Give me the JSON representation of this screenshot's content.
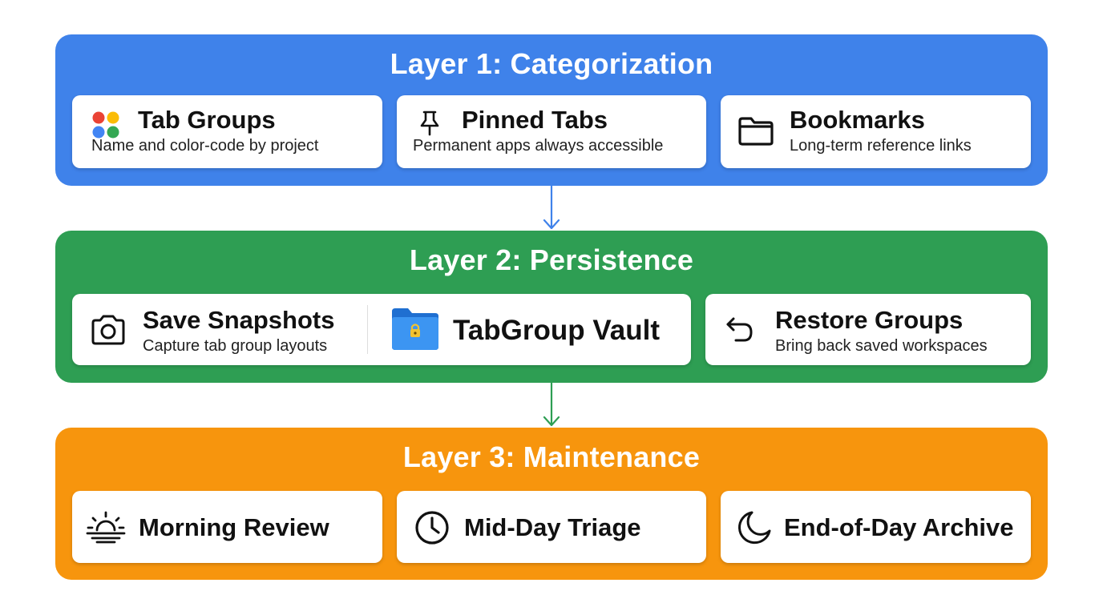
{
  "layers": [
    {
      "title": "Layer 1: Categorization",
      "color": "#3f82ea",
      "cards": [
        {
          "icon": "color-dots-icon",
          "title": "Tab Groups",
          "subtitle": "Name and color-code by project"
        },
        {
          "icon": "pin-icon",
          "title": "Pinned Tabs",
          "subtitle": "Permanent apps always accessible"
        },
        {
          "icon": "folder-icon",
          "title": "Bookmarks",
          "subtitle": "Long-term reference links"
        }
      ]
    },
    {
      "title": "Layer 2: Persistence",
      "color": "#2e9e53",
      "cards": [
        {
          "icon": "camera-icon",
          "title": "Save Snapshots",
          "subtitle": "Capture tab group layouts",
          "brand": {
            "icon": "locked-folder-icon",
            "name": "TabGroup Vault"
          }
        },
        {
          "icon": "undo-arrow-icon",
          "title": "Restore Groups",
          "subtitle": "Bring back saved workspaces"
        }
      ]
    },
    {
      "title": "Layer 3: Maintenance",
      "color": "#f7950d",
      "cards": [
        {
          "icon": "sunrise-icon",
          "title": "Morning Review"
        },
        {
          "icon": "clock-icon",
          "title": "Mid-Day Triage"
        },
        {
          "icon": "moon-icon",
          "title": "End-of-Day Archive"
        }
      ]
    }
  ],
  "colors": {
    "arrow_1": "#3f82ea",
    "arrow_2": "#2e9e53",
    "dots": [
      "#ea4335",
      "#fbbc05",
      "#4285f4",
      "#34a853"
    ]
  }
}
